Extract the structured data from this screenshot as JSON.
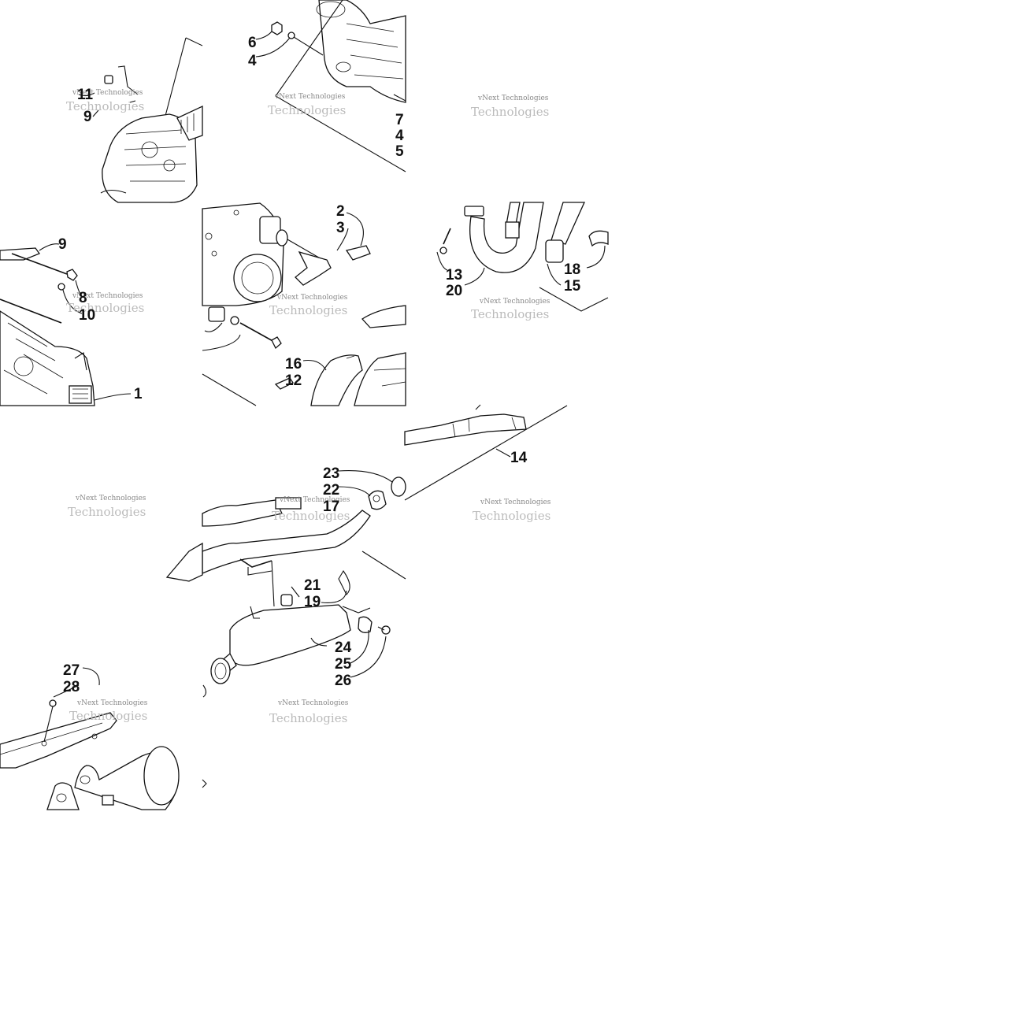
{
  "watermark": {
    "line1": "vNext Technologies",
    "line2": "Technologies"
  },
  "callouts": {
    "c1": "1",
    "c2": "2",
    "c3": "3",
    "c4": "4",
    "c4b": "4",
    "c5": "5",
    "c6": "6",
    "c7": "7",
    "c8": "8",
    "c9": "9",
    "c9b": "9",
    "c10": "10",
    "c11": "11",
    "c12": "12",
    "c13": "13",
    "c14": "14",
    "c15": "15",
    "c16": "16",
    "c17": "17",
    "c18": "18",
    "c19": "19",
    "c20": "20",
    "c21": "21",
    "c22": "22",
    "c23": "23",
    "c24": "24",
    "c25": "25",
    "c26": "26",
    "c27": "27",
    "c28": "28"
  }
}
